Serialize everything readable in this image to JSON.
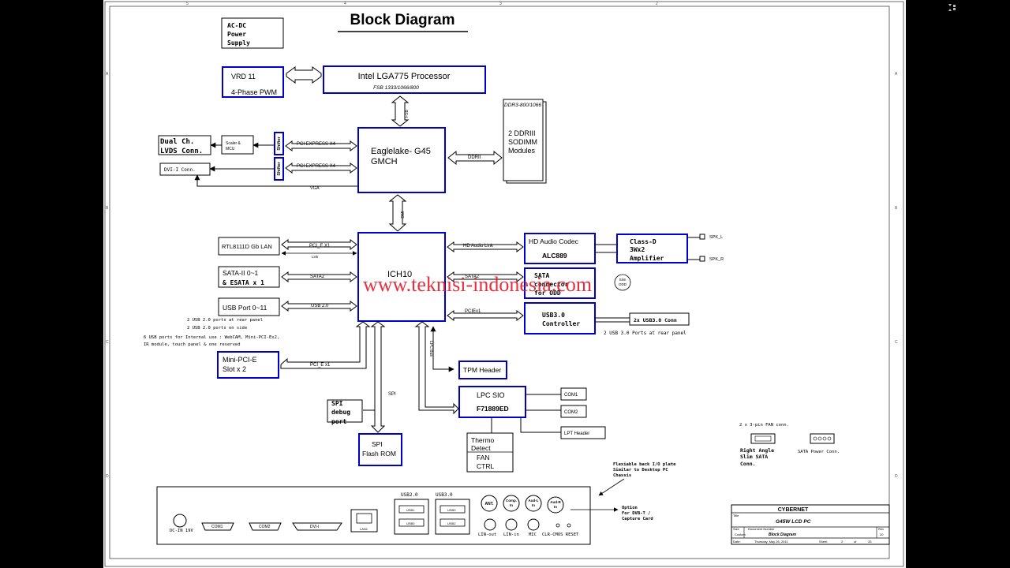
{
  "diagram": {
    "title": "Block Diagram",
    "watermark": "www.teknisi-indonesia.com",
    "border_ticks": {
      "top": [
        "5",
        "4",
        "3",
        "2"
      ],
      "side": [
        "A",
        "B",
        "C",
        "D"
      ]
    },
    "blocks": {
      "ac_dc": [
        "AC-DC",
        "Power",
        "Supply"
      ],
      "vrd": [
        "VRD 11",
        "4-Phase PWM"
      ],
      "cpu": [
        "Intel LGA775 Processor",
        "FSB 1333/1066/800"
      ],
      "ddr": [
        "DDR3-800/1066",
        "2 DDRIII",
        "SODIMM",
        "Modules"
      ],
      "gmch": [
        "Eaglelake- G45",
        "GMCH"
      ],
      "lvds": [
        "Dual Ch.",
        "LVDS Conn."
      ],
      "scaler": [
        "Scaler &",
        "MCU"
      ],
      "shifter": "Shifter",
      "dvi_conn": "DVI-I Conn.",
      "ich": "ICH10",
      "lan": "RTL8111D Gb LAN",
      "sata": [
        "SATA-II 0~1",
        "& ESATA x 1"
      ],
      "usb": "USB Port 0~11",
      "minipci": [
        "Mini-PCI-E",
        "Slot x 2"
      ],
      "spi_debug": [
        "SPI",
        "debug",
        "port"
      ],
      "spi_rom": [
        "SPI",
        "Flash ROM"
      ],
      "audio": [
        "HD Audio Codec",
        "ALC889"
      ],
      "amp": [
        "Class-D",
        "3Wx2",
        "Amplifier"
      ],
      "sata_odd": [
        "SATA",
        "connector",
        "for ODD"
      ],
      "slim_odd": [
        "Slim",
        "ODD"
      ],
      "usb3": [
        "USB3.0",
        "Controller"
      ],
      "usb3_conn": "2x USB3.0 Conn",
      "tpm": "TPM Header",
      "lpc": [
        "LPC SIO",
        "F71889ED"
      ],
      "com1": "COM1",
      "com2": "COM2",
      "lpt": "LPT Header",
      "thermo": [
        "Thermo",
        "Detect",
        "FAN",
        "CTRL"
      ]
    },
    "links": {
      "fsb": "FSB",
      "pcie1": "PCI EXPRESS X4",
      "pcie2": "PCI EXPRESS X4",
      "vga": "VGA",
      "ddrii": "DDRII",
      "dmi": "DMI",
      "pcie_x1": "PCI_E X1",
      "link": "Link",
      "sata2a": "SATA2",
      "usb20": "USB 2.0",
      "pcie_x1b": "PCI_E x1",
      "spi": "SPI",
      "lpc_bus": "LPC Bus",
      "hda_link": "HD Audio Link",
      "sata2b": "SATA2",
      "pciex1": "PCIEx1",
      "spk_l": "SPK_L",
      "spk_r": "SPK_R"
    },
    "notes": {
      "usb_rear": "2 USB 2.0 ports at rear panel",
      "usb_side": "2 USB 2.0 ports on side",
      "usb_int": [
        "6 USB ports for Internal use : WebCAM, Mini-PCI-Ex2,",
        "IR module, touch panel  & one reserved"
      ],
      "usb3_rear": "2 USB 3.0 Ports at rear panel",
      "fan": "2 x  3-pin FAN conn.",
      "right_angle": [
        "Right Angle",
        "Slim SATA",
        "Conn."
      ],
      "sata_power": "SATA Power Conn.",
      "flexible": [
        "Flexiable back I/O plate",
        "Similar to Desktop PC",
        "Chassis"
      ],
      "option": [
        "Option",
        "For DVB-T /",
        "Capture Card"
      ]
    },
    "io_panel": {
      "dcin": "DC-IN 19V",
      "com1": "COM1",
      "com2": "COM2",
      "dvi": "DVI-I",
      "lan": "LAN1",
      "usb2": "USB2.0",
      "usb2_ports": [
        "USB1",
        "USB0"
      ],
      "usb3": "USB3.0",
      "usb3_ports": [
        "USB3",
        "USB2"
      ],
      "ant": "ANT.",
      "comp": [
        "Comp.",
        "In"
      ],
      "audl": [
        "Aud-L",
        "In"
      ],
      "audr": [
        "Aud-R",
        "In"
      ],
      "bottom": [
        "LIN-out",
        "LIN-in",
        "MIC",
        "CLR-CMOS RESET"
      ]
    },
    "title_block": {
      "company": "CYBERNET",
      "title_label": "Title",
      "title": "G45W  LCD PC",
      "size_label": "Size",
      "size": "Custom",
      "docnum_label": "Document Number",
      "docnum": "Block Diagram",
      "rev_label": "Rev",
      "rev": "20",
      "date_label": "Date:",
      "date": "Thursday, May 26, 2011",
      "sheet_label": "Sheet",
      "sheet": "2",
      "of_label": "of",
      "of": "33"
    }
  },
  "colors": {
    "block_border": "#0000cc",
    "line": "#000000",
    "watermark": "#e8182a"
  },
  "icons": [
    "sheet-grid-icon",
    "sheet-expand-icon"
  ]
}
